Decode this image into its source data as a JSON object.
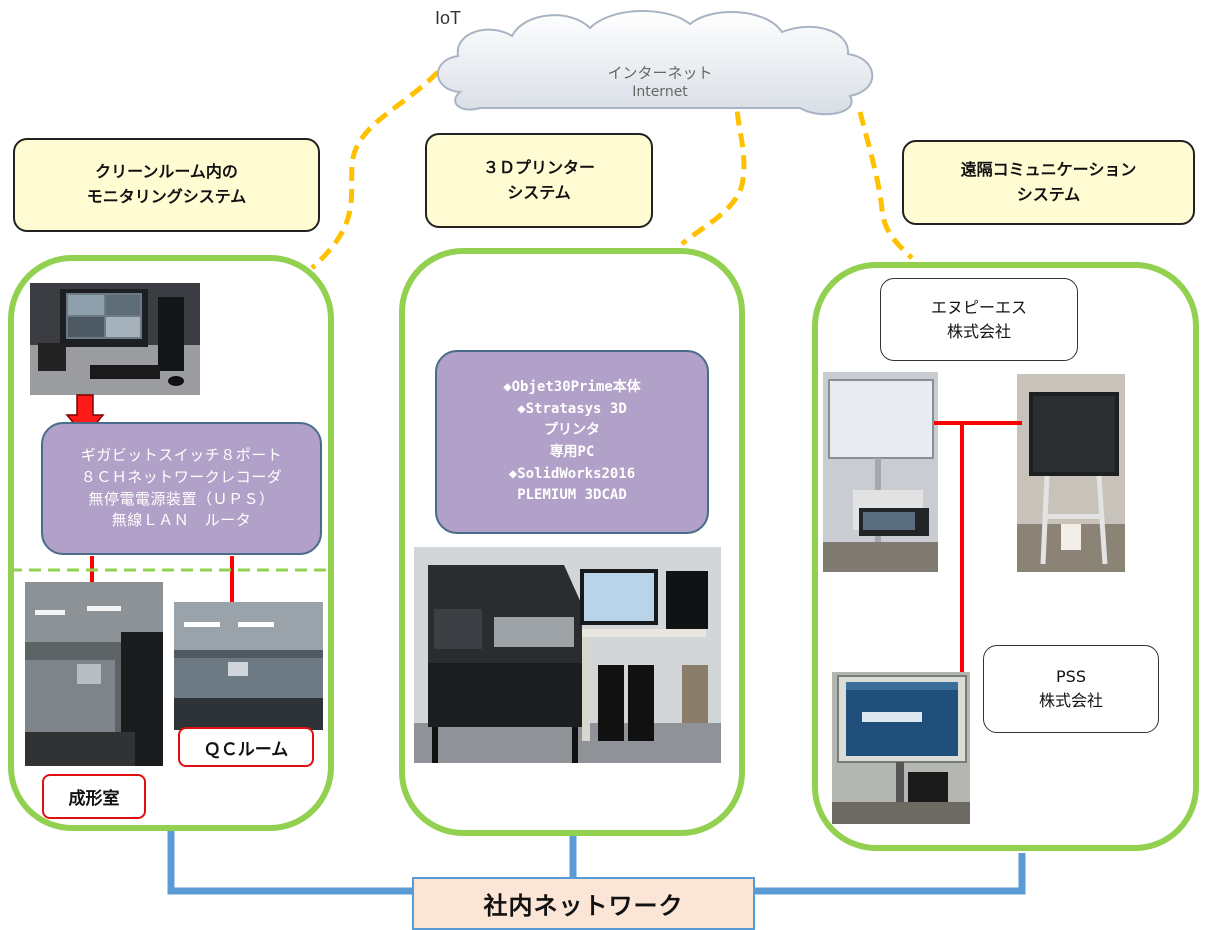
{
  "cloud": {
    "label_jp": "インターネット",
    "label_en": "Internet",
    "iot": "IoT"
  },
  "headers": {
    "left": [
      "クリーンルーム内の",
      "モニタリングシステム"
    ],
    "center": [
      "３Ｄプリンター",
      "システム"
    ],
    "right": [
      "遠隔コミュニケーション",
      "システム"
    ]
  },
  "left_panel": {
    "equipment_lines": [
      "ギガビットスイッチ８ポート",
      "８ＣＨネットワークレコーダ",
      "無停電電源装置（ＵＰＳ）",
      "無線ＬＡＮ　ルータ"
    ],
    "label_molding": "成形室",
    "label_qc": "ＱＣルーム"
  },
  "center_panel": {
    "spec_lines": [
      "◆Objet30Prime本体",
      "◆Stratasys 3D",
      "プリンタ",
      "専用PC",
      "◆SolidWorks2016",
      "PLEMIUM 3DCAD"
    ]
  },
  "right_panel": {
    "company_a": [
      "エヌピーエス",
      "株式会社"
    ],
    "company_b": [
      "PSS",
      "株式会社"
    ]
  },
  "network": {
    "label": "社内ネットワーク"
  },
  "colors": {
    "panel_border": "#92d050",
    "link_red": "#ff0000",
    "dashed_orange": "#ffc000",
    "network_blue": "#5b9bd5",
    "purple_box": "#b1a0c7",
    "yellow_box": "#fffbd2"
  }
}
